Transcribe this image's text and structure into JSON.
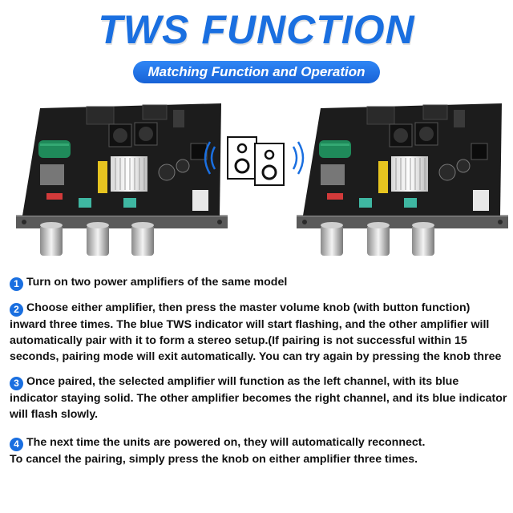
{
  "header": {
    "title": "TWS FUNCTION",
    "subtitle": "Matching Function and Operation"
  },
  "colors": {
    "accent": "#1a6fe0",
    "board": "#1c1c1c",
    "text": "#111111"
  },
  "steps": [
    {
      "number": "1",
      "text": "Turn on two power amplifiers of the same model"
    },
    {
      "number": "2",
      "text": "Choose either amplifier, then press the master volume knob (with button function) inward three times. The blue TWS indicator will start flashing, and the other amplifier will automatically pair with it to form a stereo setup.(If pairing is not successful within 15 seconds, pairing mode will exit automatically. You can try again by pressing the knob three"
    },
    {
      "number": "3",
      "text": "Once paired, the selected amplifier will function as the left channel, with its blue indicator staying solid. The other amplifier becomes the right channel, and its blue indicator will flash slowly."
    },
    {
      "number": "4",
      "text": "The next time the units are powered on, they will automatically reconnect.",
      "text2": "To cancel the pairing, simply press the knob on either amplifier three times."
    }
  ]
}
